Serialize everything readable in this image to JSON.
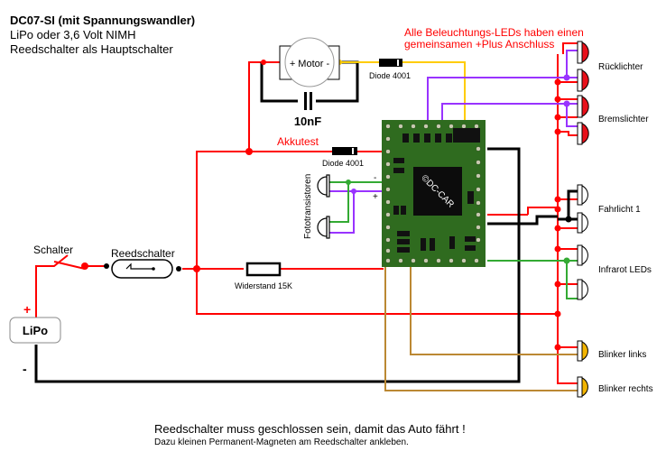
{
  "header": {
    "title": "DC07-SI (mit Spannungswandler)",
    "line2": "LiPo oder 3,6 Volt NIMH",
    "line3": "Reedschalter als Hauptschalter"
  },
  "notice": {
    "line1": "Alle Beleuchtungs-LEDs haben einen",
    "line2": "gemeinsamen +Plus Anschluss"
  },
  "components": {
    "motor": "+ Motor -",
    "capacitor": "10nF",
    "diode_motor": "Diode 4001",
    "diode_akku": "Diode 4001",
    "akkutest": "Akkutest",
    "fototransistoren": "Fototransistoren",
    "minus_sign": "-",
    "plus_sign": "+",
    "switch": "Schalter",
    "reed": "Reedschalter",
    "resistor": "Widerstand 15K",
    "battery": "LiPo",
    "battery_plus": "+",
    "battery_minus": "-",
    "chip_label": "©DC-CAR"
  },
  "leds": {
    "rear": "Rücklichter",
    "brake": "Bremslichter",
    "front": "Fahrlicht 1",
    "infrared": "Infrarot LEDs",
    "blink_left": "Blinker links",
    "blink_right": "Blinker rechts"
  },
  "colors": {
    "plus": "#ff0000",
    "ground": "#000000",
    "motor": "#ffcc00",
    "purple": "#9933ff",
    "green": "#33aa33",
    "blinker": "#bb8833",
    "pcb": "#2f6b1f",
    "led_red": "#e8101a",
    "led_yellow": "#f2b400"
  },
  "footer": {
    "line1": "Reedschalter muss geschlossen sein, damit das Auto fährt !",
    "line2": "Dazu kleinen Permanent-Magneten am Reedschalter ankleben."
  }
}
